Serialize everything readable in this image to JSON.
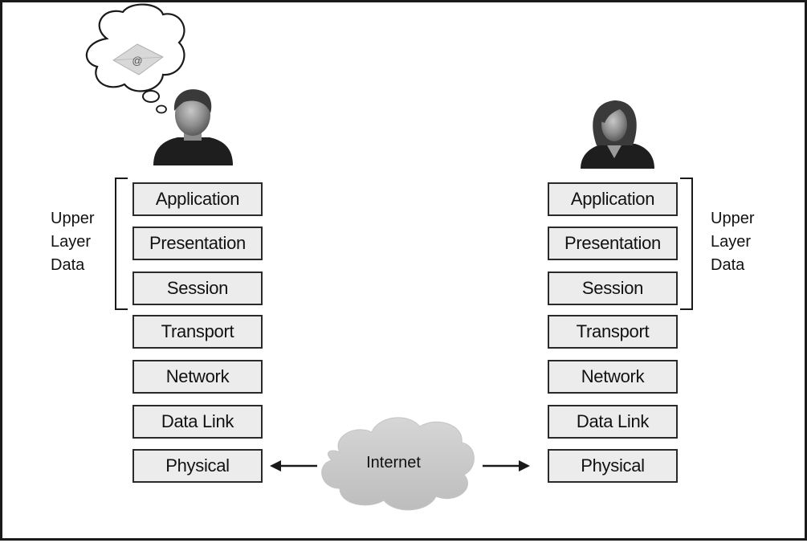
{
  "left_stack": {
    "layers": [
      "Application",
      "Presentation",
      "Session",
      "Transport",
      "Network",
      "Data Link",
      "Physical"
    ],
    "bracket_label": [
      "Upper",
      "Layer",
      "Data"
    ]
  },
  "right_stack": {
    "layers": [
      "Application",
      "Presentation",
      "Session",
      "Transport",
      "Network",
      "Data Link",
      "Physical"
    ],
    "bracket_label": [
      "Upper",
      "Layer",
      "Data"
    ]
  },
  "network": {
    "label": "Internet"
  },
  "thought_bubble": {
    "symbol": "@"
  },
  "icons": [
    "male-user-icon",
    "female-user-icon",
    "thought-bubble-icon",
    "email-envelope-icon",
    "cloud-icon",
    "arrow-left-icon",
    "arrow-right-icon"
  ]
}
